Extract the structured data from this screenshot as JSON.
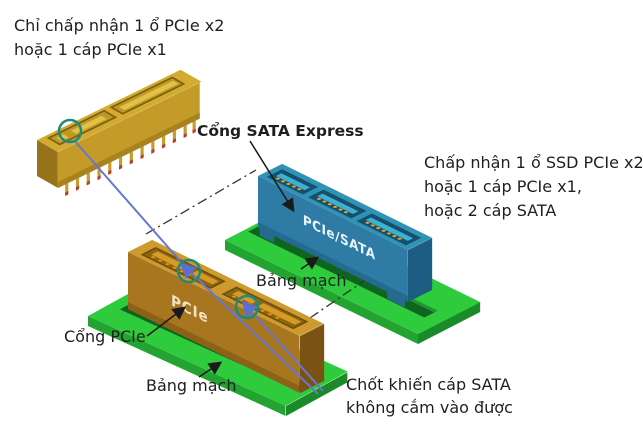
{
  "diagram": {
    "note_top_left": {
      "line1": "Chỉ chấp nhận 1 ổ PCIe x2",
      "line2": "hoặc 1 cáp PCIe x1"
    },
    "label_sata_express": "Cổng SATA Express",
    "note_right": {
      "line1": "Chấp nhận 1 ổ SSD PCIe x2,",
      "line2": "hoặc 1 cáp PCIe x1,",
      "line3": "hoặc 2 cáp SATA"
    },
    "label_board_right": "Bảng mạch",
    "label_pcie_port": "Cổng PCIe",
    "label_board_bottom": "Bảng mạch",
    "note_latch": {
      "line1": "Chốt khiến cáp SATA",
      "line2": "không cắm vào được"
    },
    "connector_pcie_text": "PCIe",
    "connector_pcie_sata_text": "PCIe/SATA",
    "colors": {
      "board_green": "#2ecb3d",
      "connector_gold": "#c49a28",
      "connector_brown": "#a8761f",
      "connector_blue": "#2e7ca6",
      "highlight_circle": "#1b8a80",
      "cable_line": "#6577d0",
      "text": "#1f1f1f"
    }
  }
}
